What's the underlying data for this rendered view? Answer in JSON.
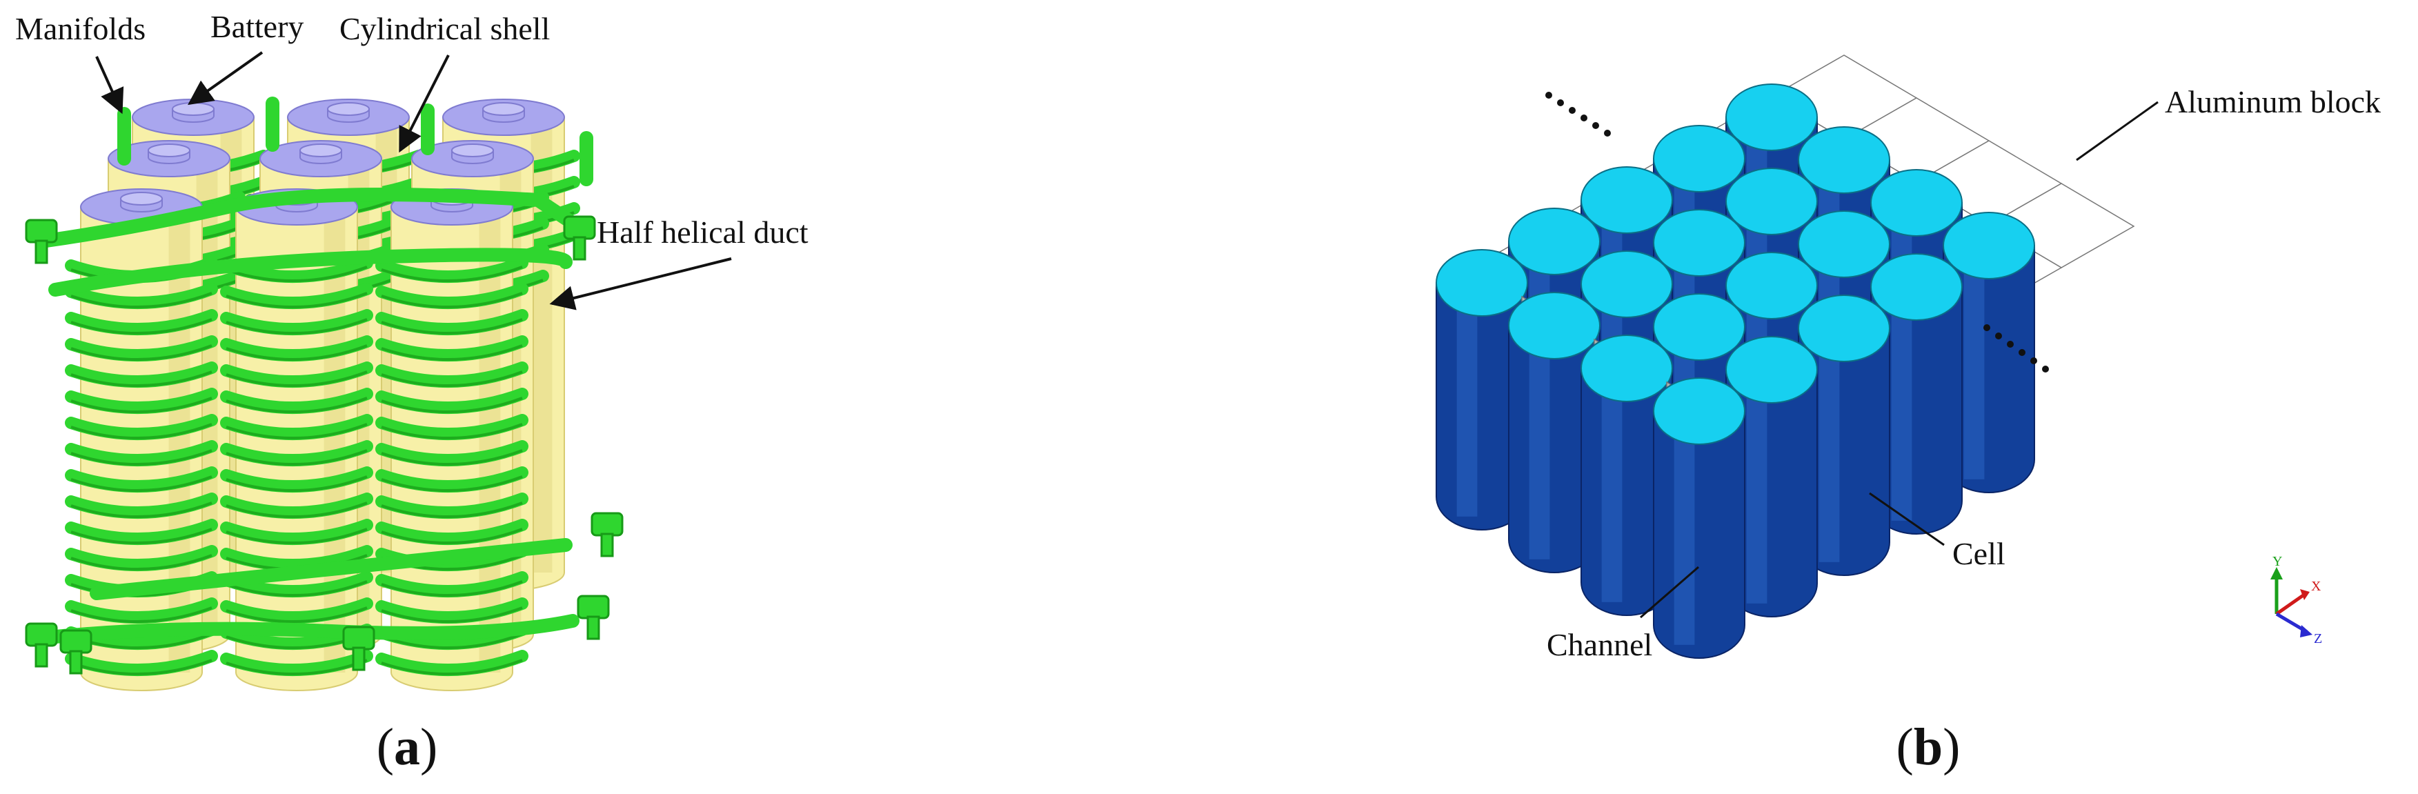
{
  "panel_a": {
    "labels": {
      "manifolds": "Manifolds",
      "battery": "Battery",
      "cylindrical_shell": "Cylindrical shell",
      "half_helical_duct": "Half helical duct"
    },
    "caption_letter": "a",
    "colors": {
      "duct": "#2fd62f",
      "duct_dark": "#179a17",
      "shell": "#f7f0a8",
      "shell_dark": "#d8cc72",
      "cap": "#a9a6ee",
      "cap_dark": "#7f7bd0"
    }
  },
  "panel_b": {
    "labels": {
      "aluminum_block": "Aluminum block",
      "cell": "Cell",
      "channel": "Channel"
    },
    "caption_letter": "b",
    "axis_triad": {
      "y": "Y",
      "x": "X",
      "z": "Z"
    },
    "colors": {
      "cell_top": "#17d0f0",
      "cell_side": "#12409a",
      "cell_side_dark": "#0a2466",
      "block": "#ffffff",
      "block_side": "#b4b4b4",
      "axis_y": "#1aa01a",
      "axis_x": "#d01a1a",
      "axis_z": "#2a2ad0"
    }
  }
}
